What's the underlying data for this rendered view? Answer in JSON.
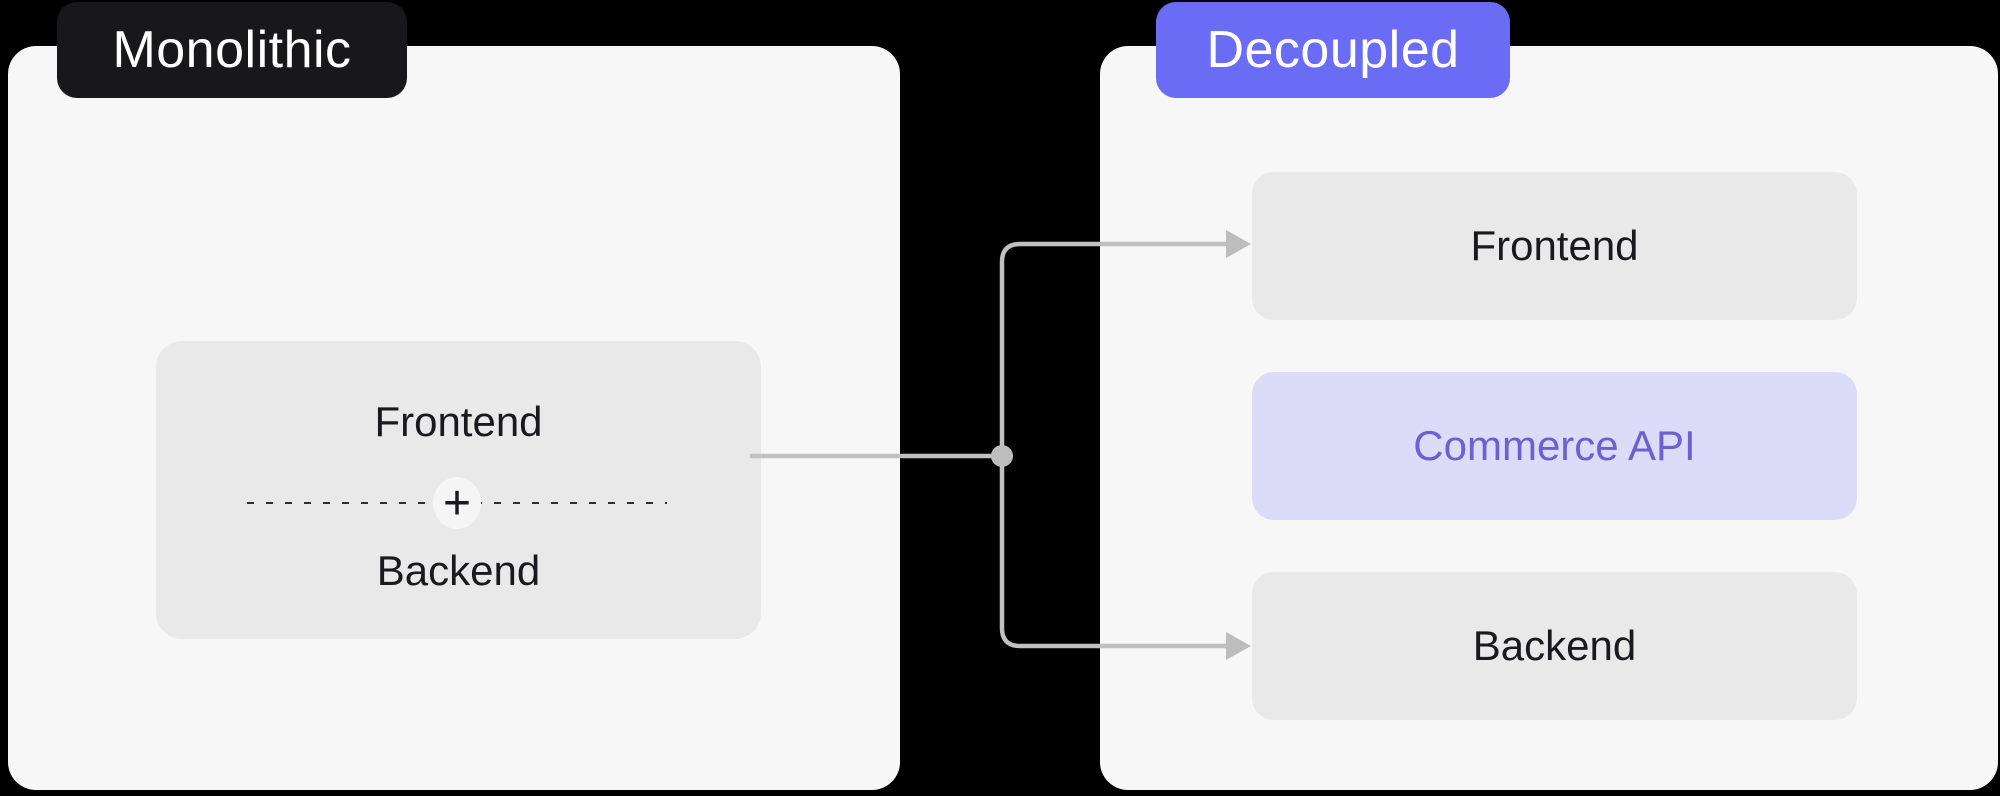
{
  "diagram": {
    "background_color": "#000000",
    "panel_color": "#f7f7f7",
    "connector_line_color": "#c0c0c0",
    "monolithic": {
      "badge_label": "Monolithic",
      "badge_bg": "#18181b",
      "badge_text_color": "#ffffff",
      "box": {
        "bg": "#e9e9e9",
        "frontend_label": "Frontend",
        "plus_symbol": "+",
        "backend_label": "Backend",
        "text_color": "#1a1a1e"
      }
    },
    "decoupled": {
      "badge_label": "Decoupled",
      "badge_bg": "#6a6cf5",
      "badge_text_color": "#ffffff",
      "boxes": [
        {
          "label": "Frontend",
          "bg": "#e9e9e9",
          "text_color": "#1a1a1e"
        },
        {
          "label": "Commerce API",
          "bg": "#dcdcf8",
          "text_color": "#6d60d3"
        },
        {
          "label": "Backend",
          "bg": "#e9e9e9",
          "text_color": "#1a1a1e"
        }
      ]
    }
  }
}
